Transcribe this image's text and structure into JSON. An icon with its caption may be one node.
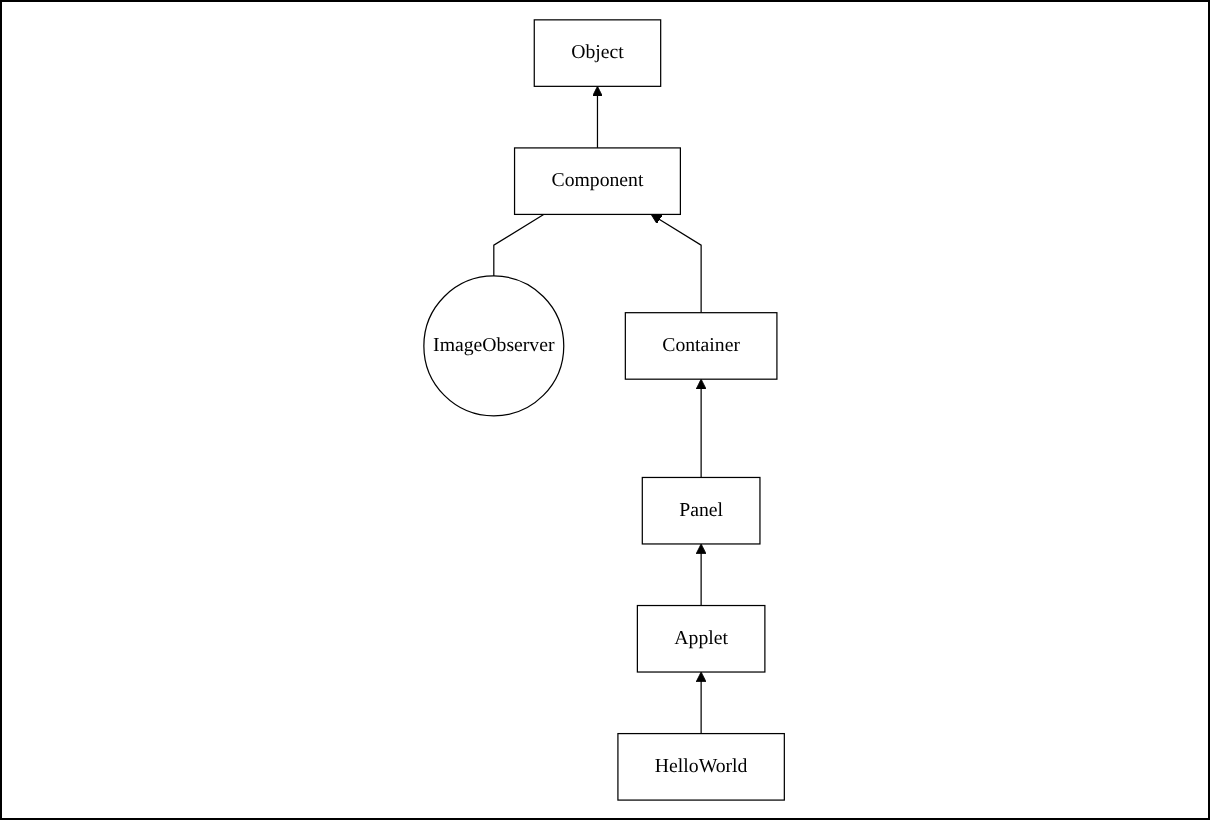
{
  "diagram": {
    "nodes": [
      {
        "text": [
          "Object"
        ]
      },
      {
        "text": [
          "Component"
        ]
      },
      {
        "text": [
          "ImageObserver"
        ]
      },
      {
        "text": [
          "Container"
        ]
      },
      {
        "text": [
          "Panel"
        ]
      },
      {
        "text": [
          "Applet"
        ]
      },
      {
        "text": [
          "HelloWorld"
        ]
      }
    ],
    "edges": [
      {
        "from": 1,
        "to": 0,
        "arrow": "to"
      },
      {
        "from": 2,
        "to": 1,
        "arrow": "none"
      },
      {
        "from": 3,
        "to": 1,
        "arrow": "to"
      },
      {
        "from": 4,
        "to": 3,
        "arrow": "to"
      },
      {
        "from": 5,
        "to": 4,
        "arrow": "to"
      },
      {
        "from": 6,
        "to": 5,
        "arrow": "to"
      }
    ]
  }
}
